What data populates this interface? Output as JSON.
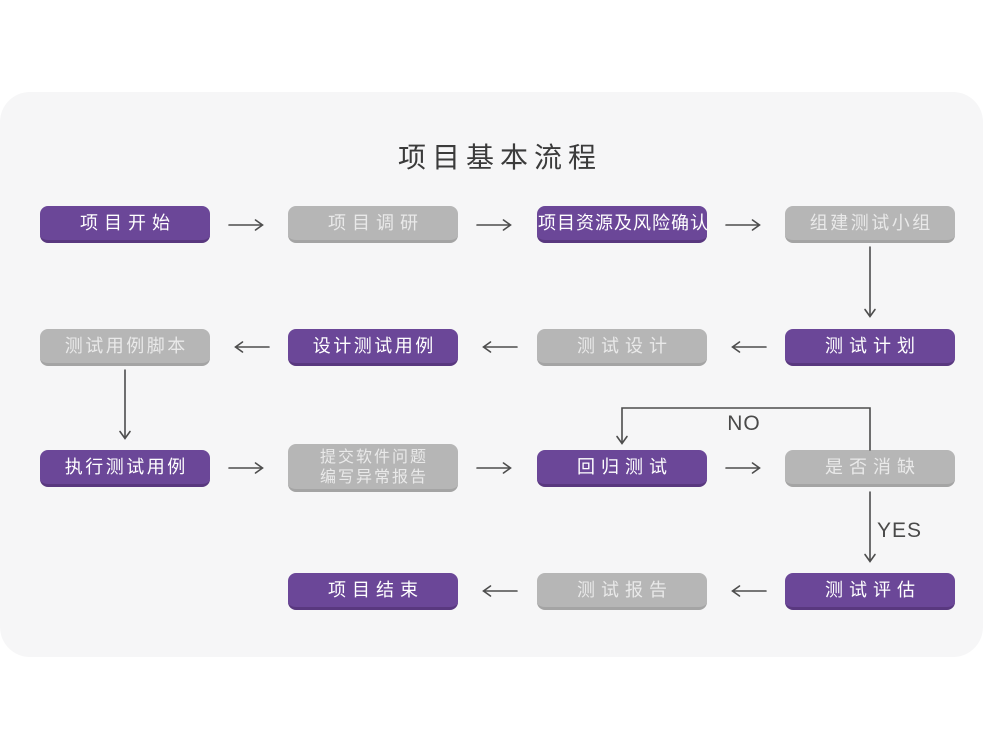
{
  "title": "项目基本流程",
  "colors": {
    "node_purple": "#6b4798",
    "node_purple_edge": "#59387f",
    "node_gray": "#b6b6b6",
    "node_gray_edge": "#a4a4a4",
    "node_text_purple": "#ffffff",
    "node_text_gray": "#e9e9e9",
    "arrow": "#4d4d4d",
    "card_background": "#f6f6f7",
    "page_background": "#ffffff",
    "title_text": "#3b3b3b"
  },
  "nodes": [
    {
      "id": "start",
      "label": "项目开始",
      "variant": "purple"
    },
    {
      "id": "research",
      "label": "项目调研",
      "variant": "gray"
    },
    {
      "id": "risk",
      "label": "项目资源及风险确认",
      "variant": "purple"
    },
    {
      "id": "team",
      "label": "组建测试小组",
      "variant": "gray"
    },
    {
      "id": "plan",
      "label": "测试计划",
      "variant": "purple"
    },
    {
      "id": "design",
      "label": "测试设计",
      "variant": "gray"
    },
    {
      "id": "case_design",
      "label": "设计测试用例",
      "variant": "purple"
    },
    {
      "id": "case_script",
      "label": "测试用例脚本",
      "variant": "gray"
    },
    {
      "id": "execute",
      "label": "执行测试用例",
      "variant": "purple"
    },
    {
      "id": "issue_report",
      "label": "提交软件问题",
      "label2": "编写异常报告",
      "variant": "gray"
    },
    {
      "id": "regression",
      "label": "回归测试",
      "variant": "purple"
    },
    {
      "id": "defect_check",
      "label": "是否消缺",
      "variant": "gray"
    },
    {
      "id": "evaluate",
      "label": "测试评估",
      "variant": "purple"
    },
    {
      "id": "test_report",
      "label": "测试报告",
      "variant": "gray"
    },
    {
      "id": "end",
      "label": "项目结束",
      "variant": "purple"
    }
  ],
  "edges": [
    {
      "from": "start",
      "to": "research"
    },
    {
      "from": "research",
      "to": "risk"
    },
    {
      "from": "risk",
      "to": "team"
    },
    {
      "from": "team",
      "to": "plan"
    },
    {
      "from": "plan",
      "to": "design"
    },
    {
      "from": "design",
      "to": "case_design"
    },
    {
      "from": "case_design",
      "to": "case_script"
    },
    {
      "from": "case_script",
      "to": "execute"
    },
    {
      "from": "execute",
      "to": "issue_report"
    },
    {
      "from": "issue_report",
      "to": "regression"
    },
    {
      "from": "regression",
      "to": "defect_check"
    },
    {
      "from": "defect_check",
      "to": "regression",
      "label": "NO"
    },
    {
      "from": "defect_check",
      "to": "evaluate",
      "label": "YES"
    },
    {
      "from": "evaluate",
      "to": "test_report"
    },
    {
      "from": "test_report",
      "to": "end"
    }
  ]
}
